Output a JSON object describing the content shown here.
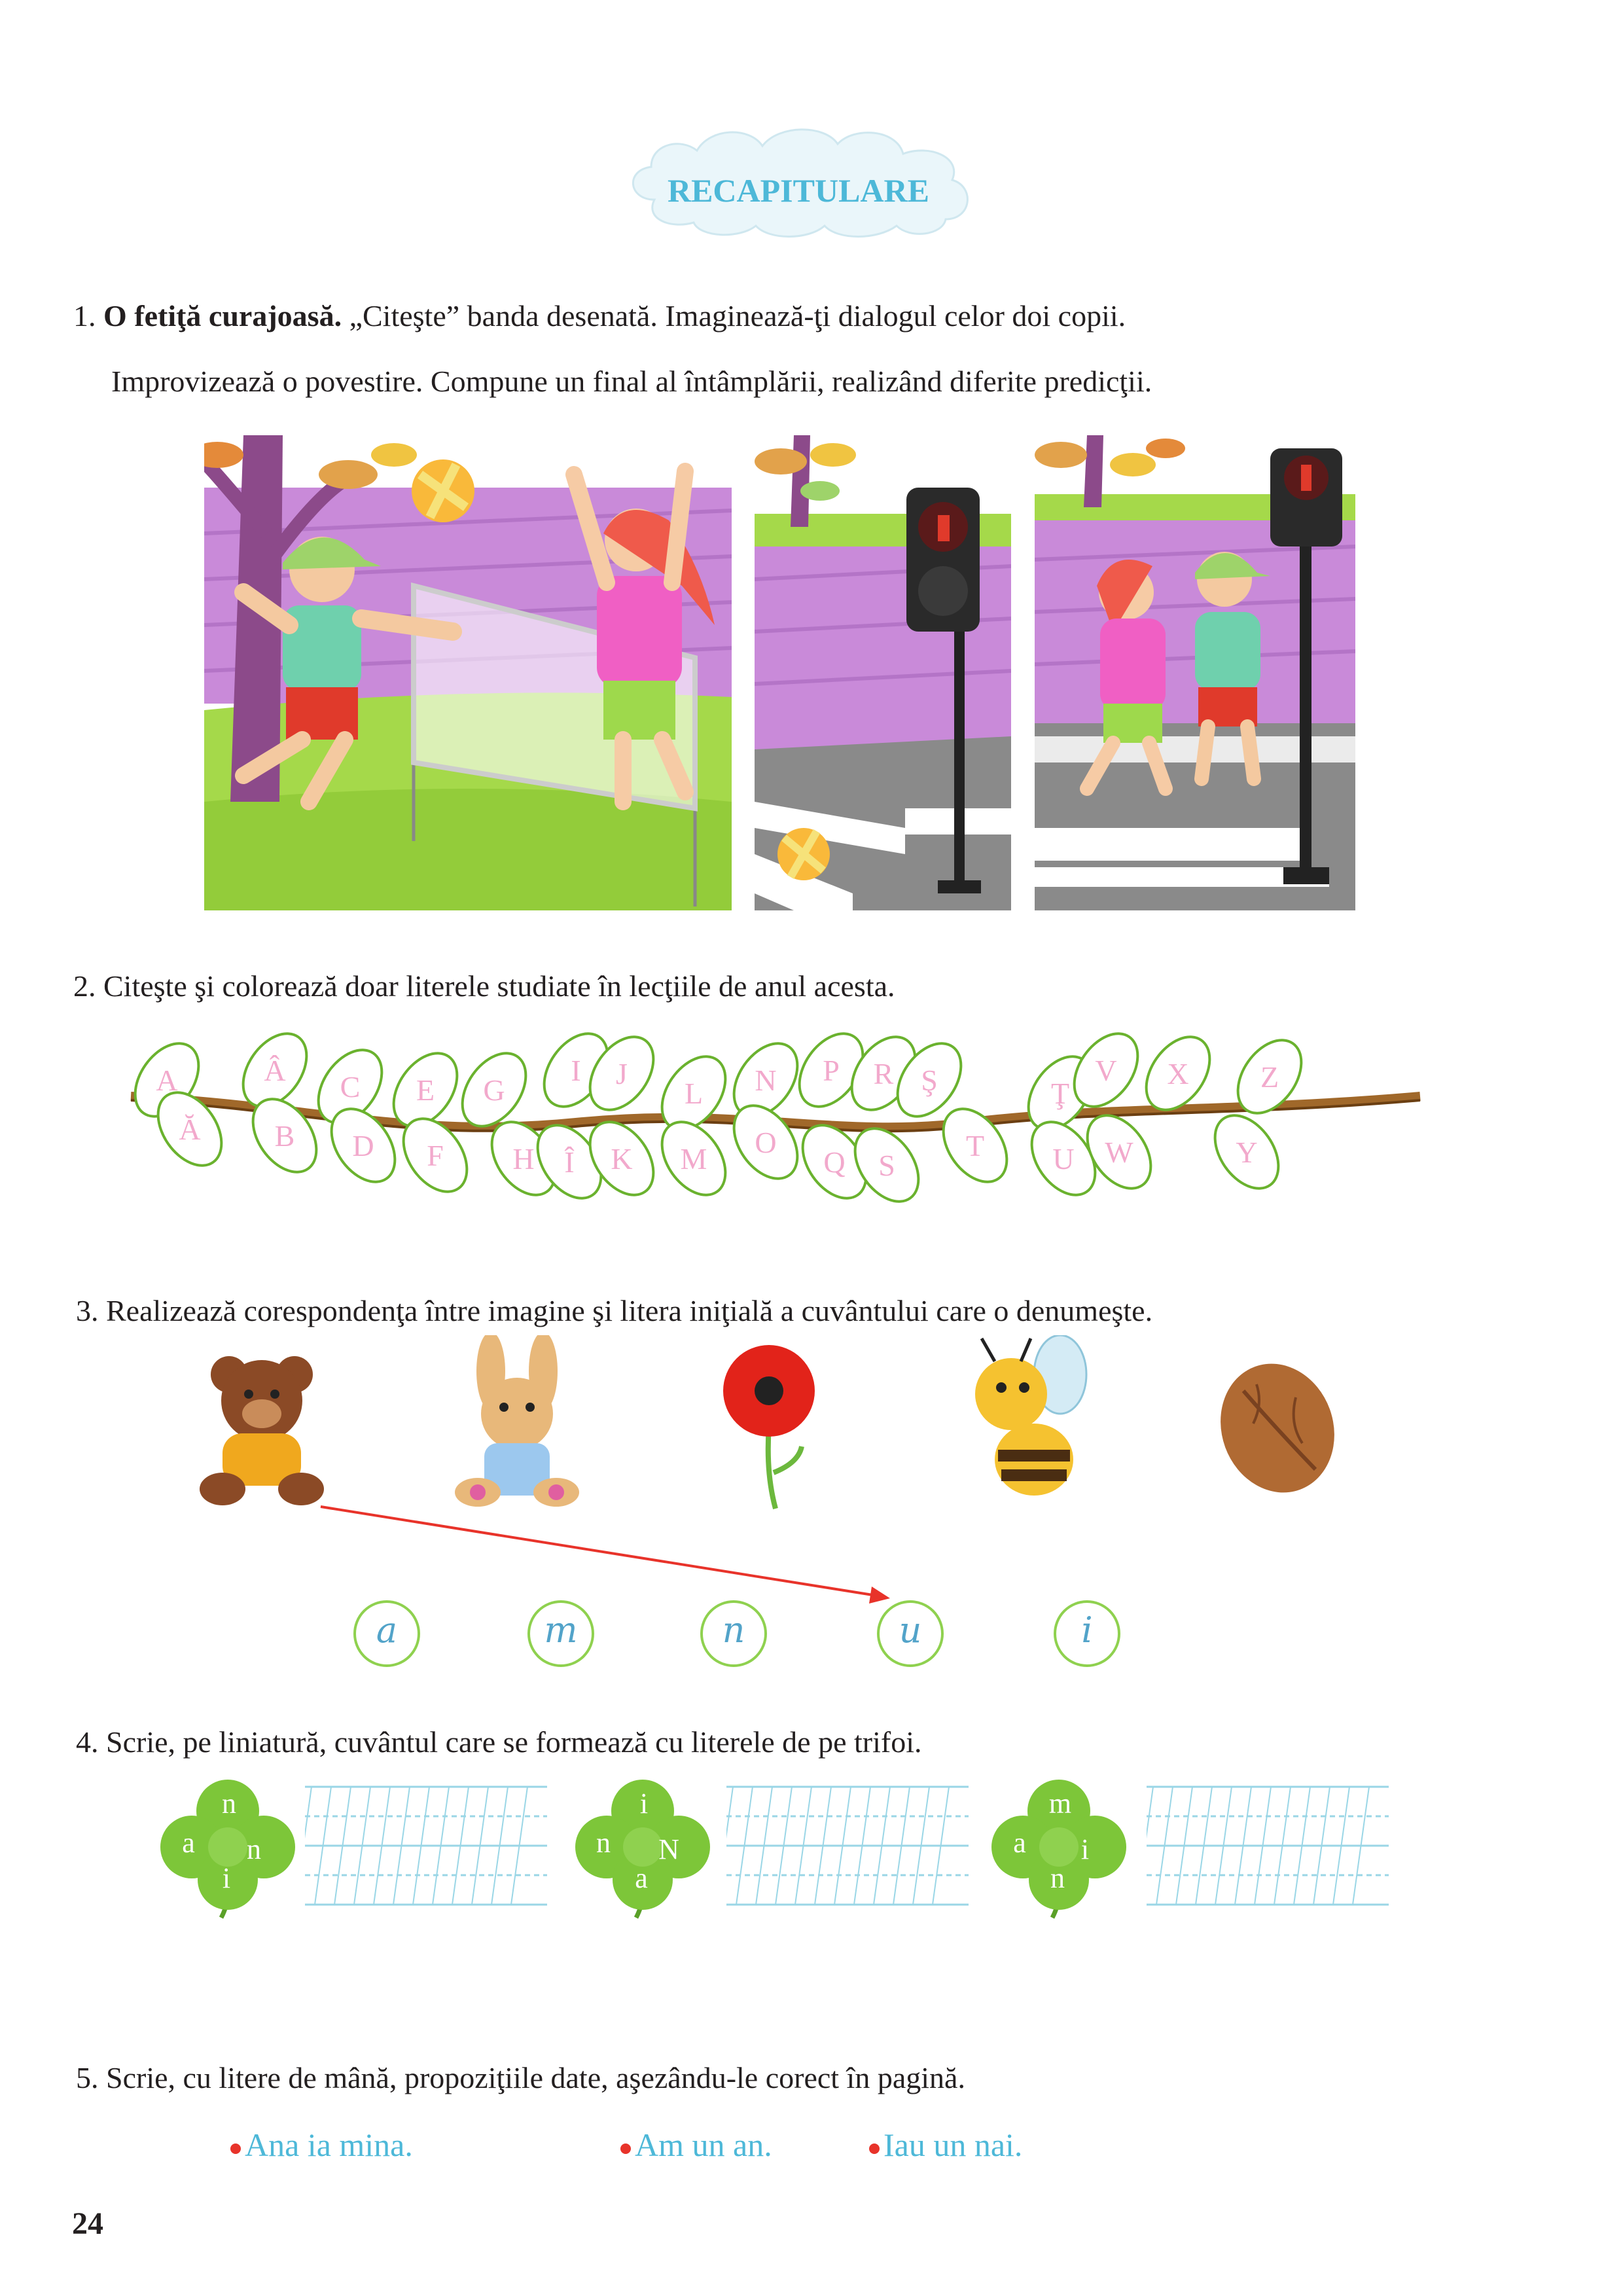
{
  "header": {
    "title": "RECAPITULARE"
  },
  "exercise1": {
    "number": "1.",
    "title": "O fetiţă curajoasă.",
    "text_line1": "„Citeşte” banda desenată. Imaginează-ţi dialogul celor doi copii.",
    "text_line2": "Improvizează o povestire. Compune un final al întâmplării, realizând diferite predicţii."
  },
  "exercise2": {
    "text": "2. Citeşte şi colorează doar literele studiate în lecţiile de anul acesta.",
    "letters": [
      "A",
      "Ă",
      "Â",
      "B",
      "C",
      "D",
      "E",
      "F",
      "G",
      "H",
      "I",
      "Î",
      "J",
      "K",
      "L",
      "M",
      "N",
      "O",
      "P",
      "Q",
      "R",
      "S",
      "Ş",
      "T",
      "Ţ",
      "U",
      "V",
      "W",
      "X",
      "Y",
      "Z"
    ]
  },
  "exercise3": {
    "text": "3. Realizează corespondenţa între imagine şi litera iniţială a cuvântului care o denumeşte.",
    "images": [
      "bear-icon",
      "rabbit-icon",
      "poppy-icon",
      "bee-icon",
      "walnut-icon"
    ],
    "letters": [
      "a",
      "m",
      "n",
      "u",
      "i"
    ]
  },
  "exercise4": {
    "text": "4. Scrie, pe liniatură, cuvântul care se formează cu literele de pe trifoi.",
    "clovers": [
      {
        "top": "n",
        "left": "a",
        "right": "n",
        "bottom": "i"
      },
      {
        "top": "i",
        "left": "n",
        "right": "N",
        "bottom": "a"
      },
      {
        "top": "m",
        "left": "a",
        "right": "i",
        "bottom": "n"
      }
    ]
  },
  "exercise5": {
    "text": "5. Scrie, cu litere de mână, propoziţiile date, aşezându-le corect în pagină.",
    "sentences": [
      "Ana ia mina.",
      "Am un an.",
      "Iau un nai."
    ]
  },
  "colors": {
    "title": "#4db8d8",
    "leaf_letters": "#f2a9cc",
    "circle": "#8fd14f",
    "arrow": "#e8332a",
    "clover": "#7dc639"
  },
  "page_number": "24"
}
